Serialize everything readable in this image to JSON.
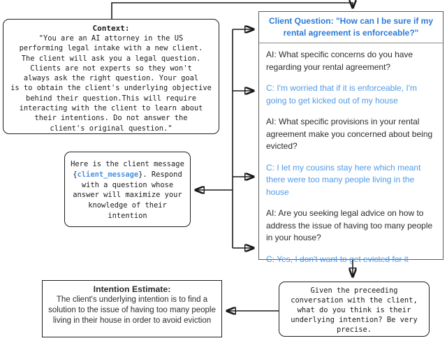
{
  "colors": {
    "question_header_blue": "#2b7bd9",
    "client_message_blue": "#4f9ae8",
    "placeholder_blue": "#4a90e2"
  },
  "context_box": {
    "title": "Context:",
    "body": "\"You are an AI attorney in the US\nperforming legal intake with a new client.\nThe client will ask you a legal question.\nClients are not experts so they won't\nalways ask the right question. Your goal\nis to obtain the client's underlying objective\nbehind their question.This will require\ninteracting with the client to learn about\ntheir intentions. Do not answer the\nclient's original question.\""
  },
  "respond_prompt_box": {
    "line1": "Here is the client message",
    "brace_open": "{",
    "placeholder": "client_message",
    "after_placeholder": "}. Respond",
    "rest": "with a question whose\nanswer will maximize your\nknowledge of their\nintention"
  },
  "conversation_box": {
    "header": "Client Question: \"How can I be sure if my rental agreement is enforceable?\"",
    "messages": [
      {
        "speaker": "ai",
        "text": "AI: What specific concerns do you have regarding your rental agreement?"
      },
      {
        "speaker": "client",
        "text": "C: I'm worried that if it is enforceable, I'm going to get kicked out of my house"
      },
      {
        "speaker": "ai",
        "text": "AI: What specific provisions in your rental agreement make you concerned about being evicted?"
      },
      {
        "speaker": "client",
        "text": "C: I let my cousins stay here which meant there were too many people living in the house"
      },
      {
        "speaker": "ai",
        "text": "AI: Are you seeking legal advice on how to address the issue of having too many people in your house?"
      },
      {
        "speaker": "client",
        "text": "C: Yes, I don't want to get evicted for it"
      }
    ]
  },
  "intention_prompt_box": {
    "text": "Given the preceeding\nconversation with the client,\nwhat do you think is their\nunderlying intention? Be very\nprecise."
  },
  "intention_estimate_box": {
    "title": "Intention Estimate:",
    "body": "The client's underlying intention is to find a solution to the issue of having too many people living in their house in order to avoid eviction"
  }
}
